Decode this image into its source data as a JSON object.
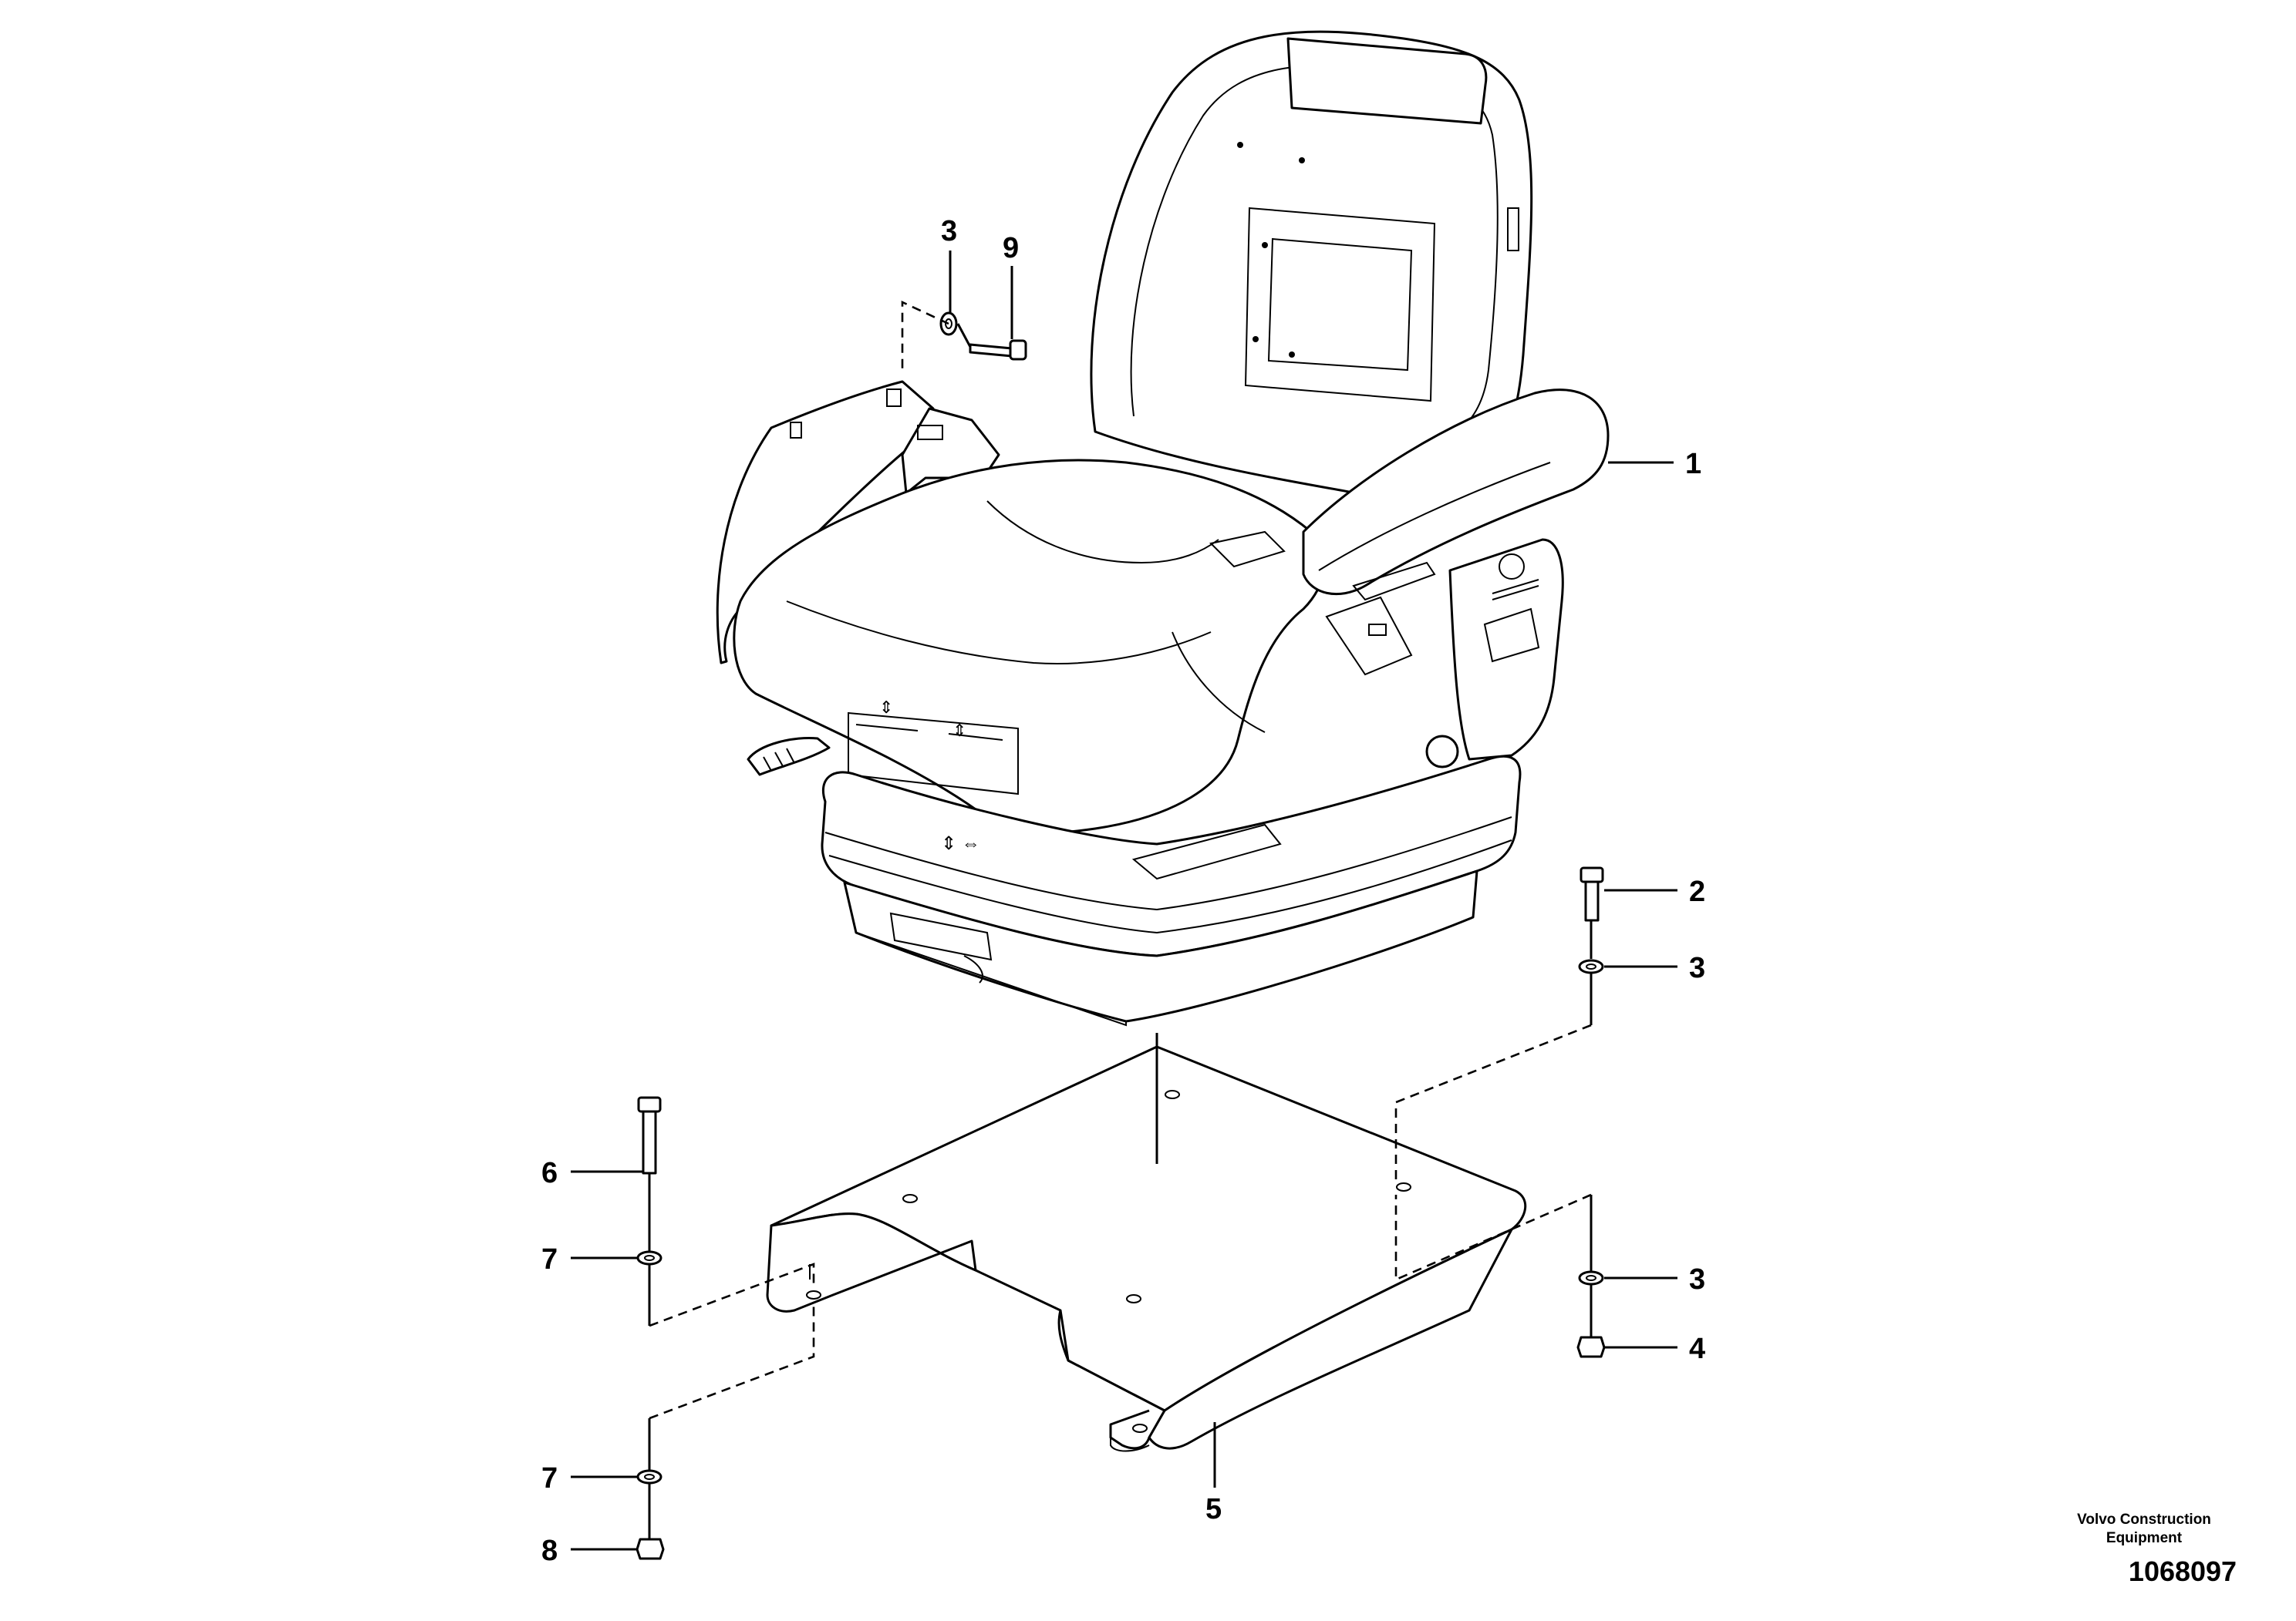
{
  "diagram": {
    "callouts": [
      {
        "id": "c1",
        "label": "1"
      },
      {
        "id": "c2",
        "label": "2"
      },
      {
        "id": "c3a",
        "label": "3"
      },
      {
        "id": "c3b",
        "label": "3"
      },
      {
        "id": "c3c",
        "label": "3"
      },
      {
        "id": "c4",
        "label": "4"
      },
      {
        "id": "c5",
        "label": "5"
      },
      {
        "id": "c6",
        "label": "6"
      },
      {
        "id": "c7a",
        "label": "7"
      },
      {
        "id": "c7b",
        "label": "7"
      },
      {
        "id": "c8",
        "label": "8"
      },
      {
        "id": "c9",
        "label": "9"
      }
    ]
  },
  "footer": {
    "brand_line1": "Volvo Construction",
    "brand_line2": "Equipment",
    "drawing_number": "1068097"
  }
}
